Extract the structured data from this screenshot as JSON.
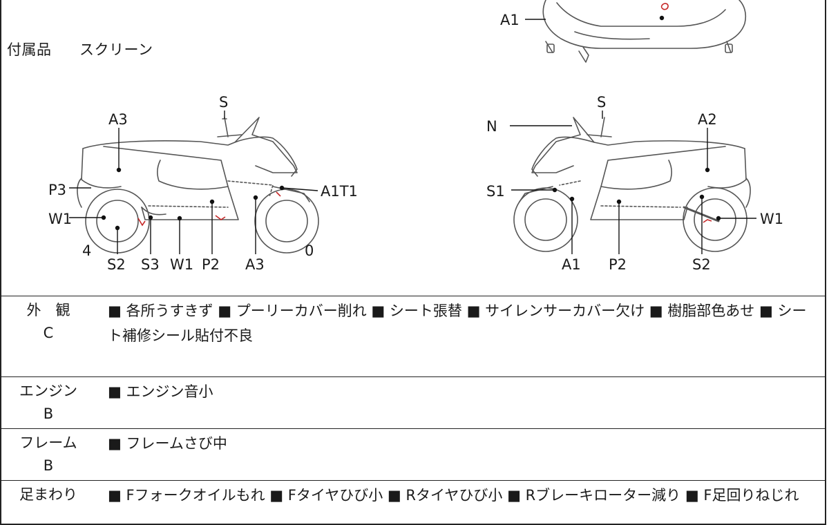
{
  "accessories": {
    "label": "付属品",
    "value": "スクリーン"
  },
  "diagram": {
    "top_labels": [
      "A1"
    ],
    "left_labels": {
      "s": "S",
      "a3_top": "A3",
      "p3": "P3",
      "w1_left": "W1",
      "a1t1": "A1T1",
      "num4": "4",
      "num0": "0",
      "s2": "S2",
      "s3": "S3",
      "w1_bottom": "W1",
      "p2": "P2",
      "a3_bottom": "A3"
    },
    "right_labels": {
      "s": "S",
      "n": "N",
      "a2": "A2",
      "s1": "S1",
      "w1": "W1",
      "a1": "A1",
      "p2": "P2",
      "s2": "S2"
    }
  },
  "sections": [
    {
      "category": "外　観",
      "grade": "C",
      "description": "■ 各所うすきず ■ プーリーカバー削れ ■ シート張替 ■ サイレンサーカバー欠け ■ 樹脂部色あせ ■ シート補修シール貼付不良"
    },
    {
      "category": "エンジン",
      "grade": "B",
      "description": "■ エンジン音小"
    },
    {
      "category": "フレーム",
      "grade": "B",
      "description": "■ フレームさび中"
    },
    {
      "category": "足まわり",
      "grade": "",
      "description": "■ Fフォークオイルもれ ■ Fタイヤひび小 ■ Rタイヤひび小 ■ Rブレーキローター減り ■ F足回りねじれ"
    }
  ]
}
